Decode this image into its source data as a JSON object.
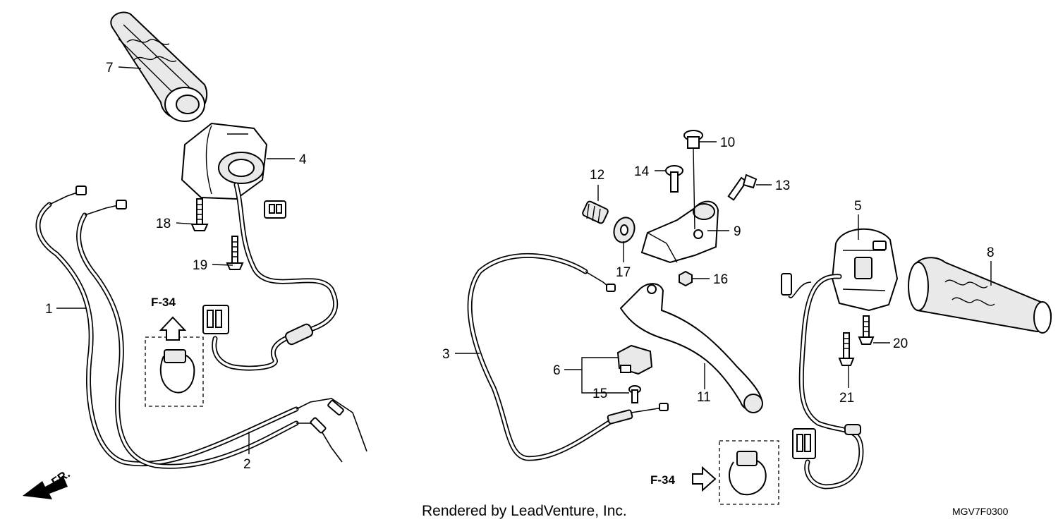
{
  "diagram": {
    "callouts": [
      "1",
      "2",
      "3",
      "4",
      "5",
      "6",
      "7",
      "8",
      "9",
      "10",
      "11",
      "12",
      "13",
      "14",
      "15",
      "16",
      "17",
      "18",
      "19",
      "20",
      "21"
    ],
    "reference_left": "F-34",
    "reference_right": "F-34",
    "direction_label": "FR.",
    "credit": "Rendered by LeadVenture, Inc.",
    "drawing_code": "MGV7F0300"
  }
}
